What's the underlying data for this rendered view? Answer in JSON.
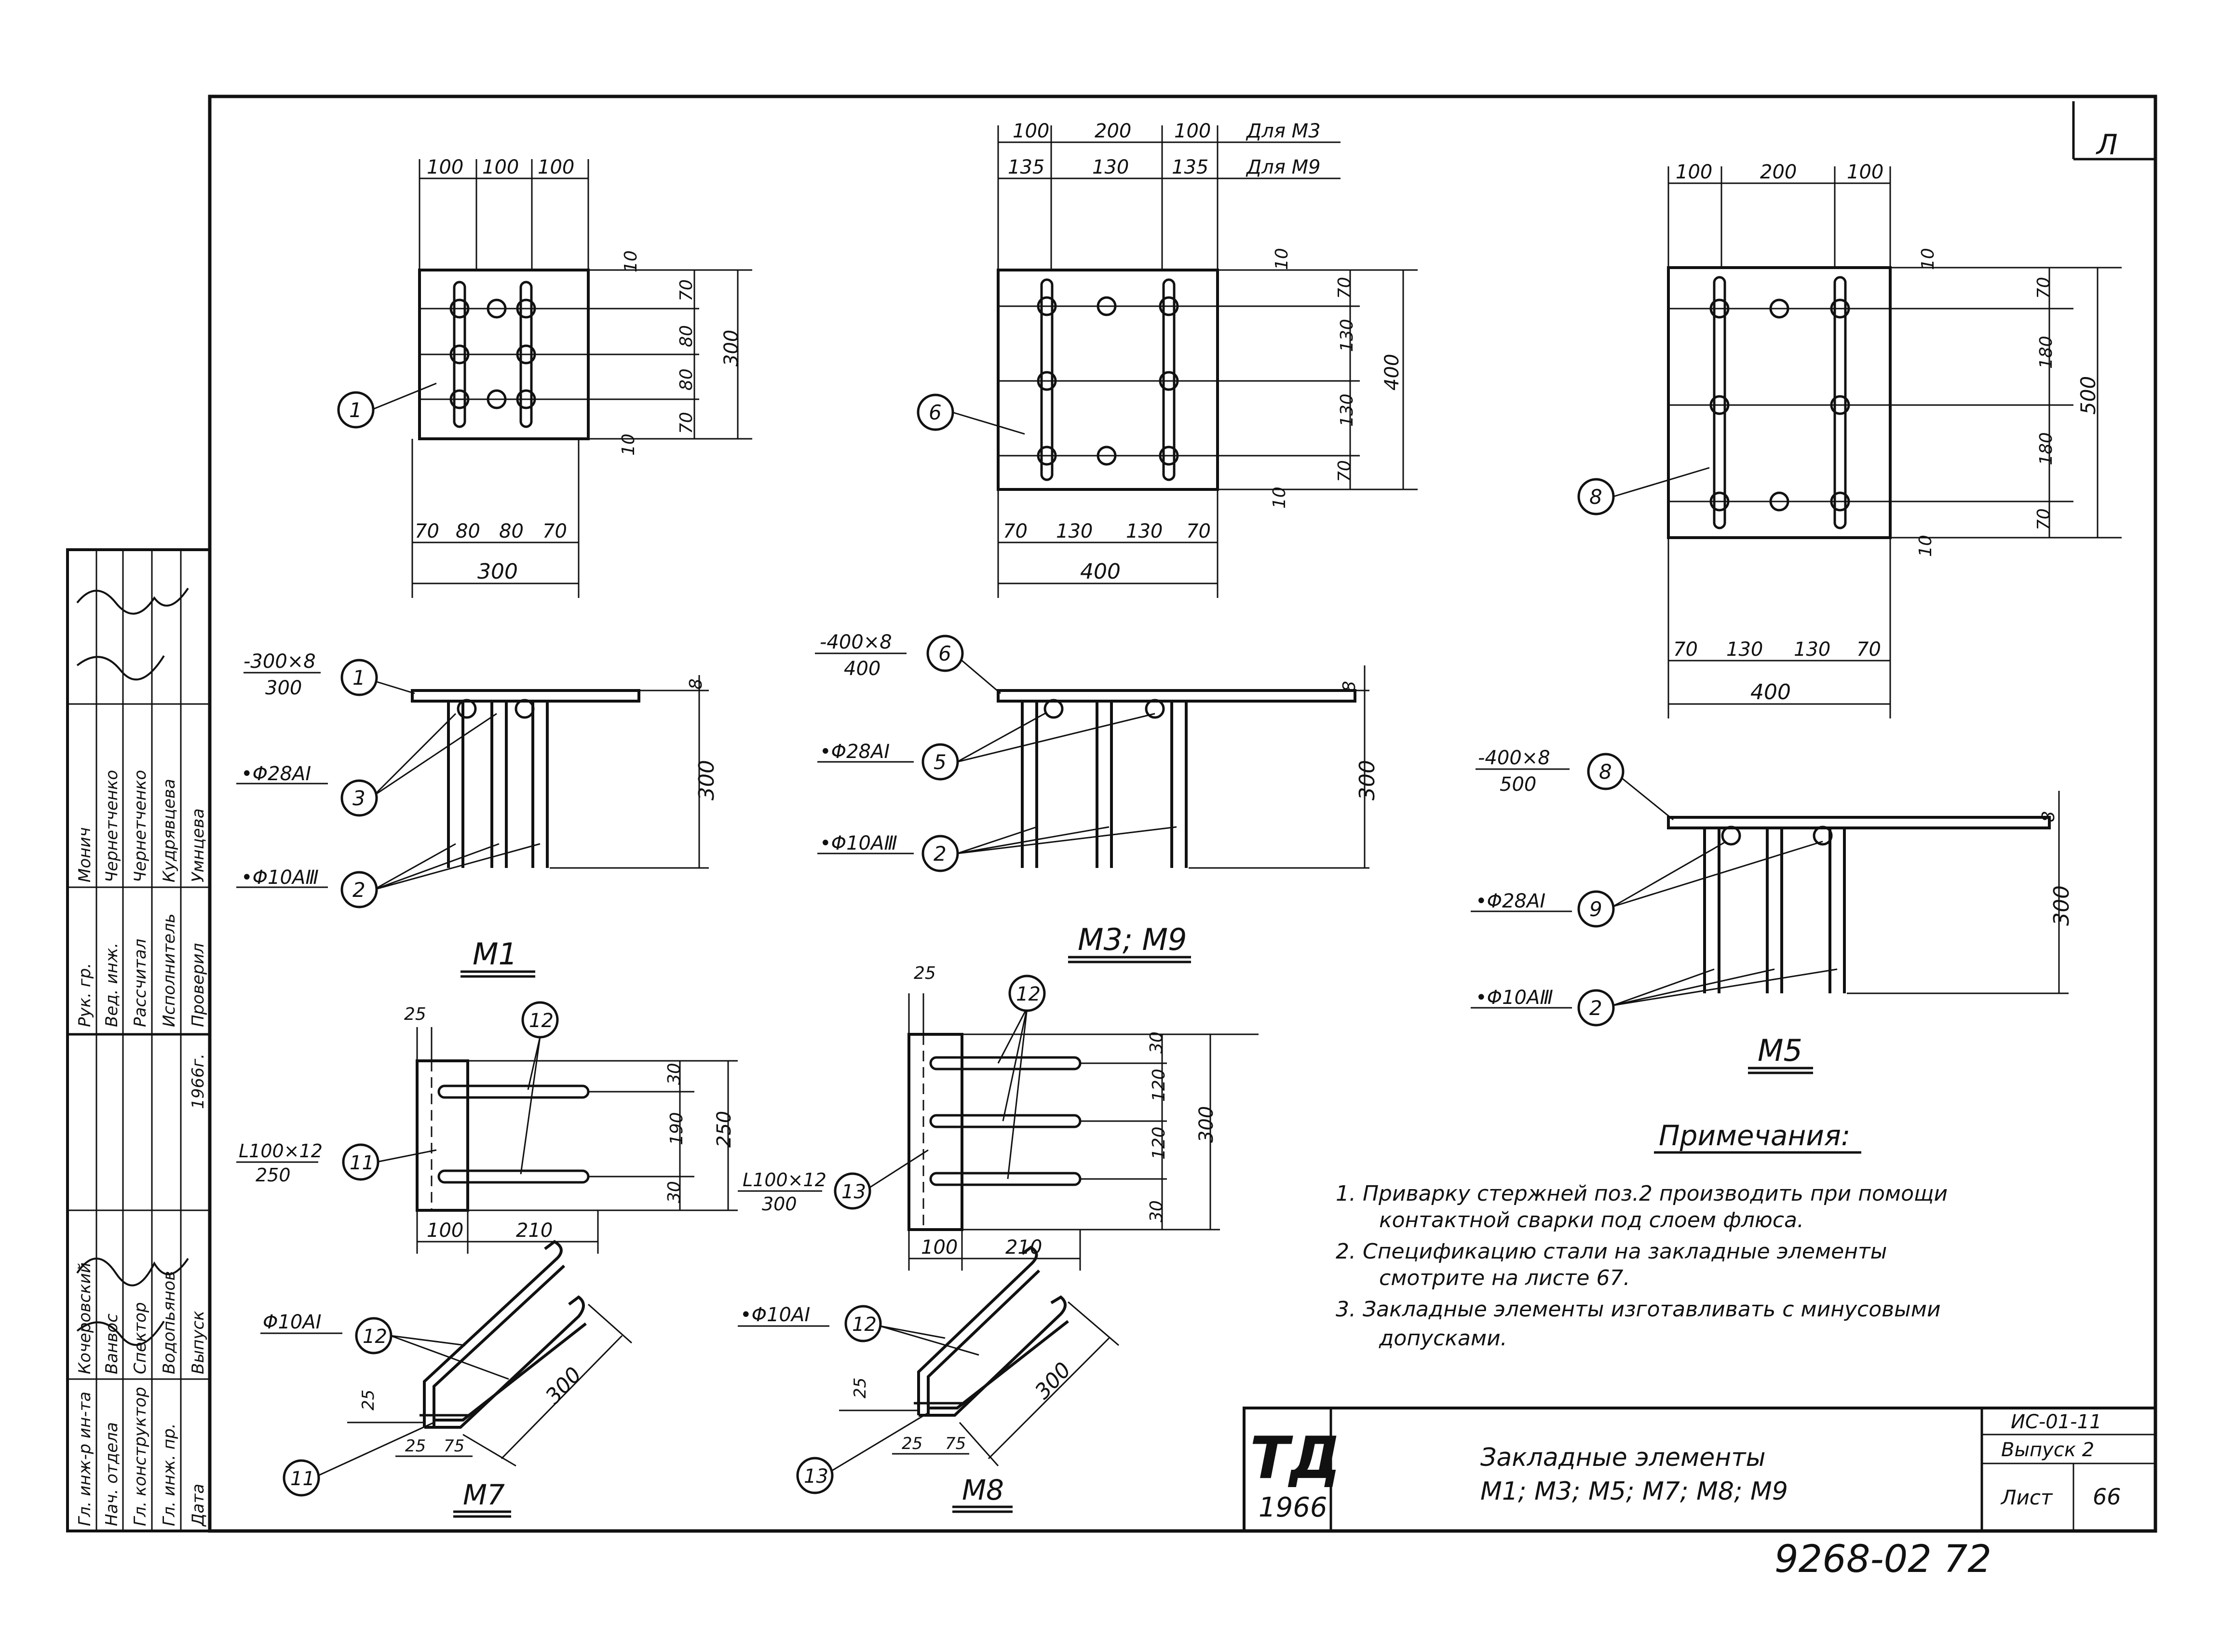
{
  "marks": {
    "m1": [
      "1",
      "3",
      "2",
      "11",
      "12"
    ],
    "m3": [
      "6",
      "5",
      "2",
      "13",
      "12"
    ],
    "m5": [
      "8",
      "9",
      "2"
    ],
    "m7": [
      "12",
      "11"
    ],
    "m8": [
      "12",
      "13"
    ]
  },
  "m1": {
    "top_dims": [
      "100",
      "100",
      "100"
    ],
    "right_dims": [
      "10",
      "70",
      "80",
      "80",
      "70",
      "10"
    ],
    "total_height": "300",
    "bottom_dims": [
      "70",
      "80",
      "80",
      "70"
    ],
    "total_width": "300",
    "section_plate": "-300×8",
    "section_plate_len": "300",
    "bar_label_a": "•Φ28AI",
    "bar_label_b": "•Φ10AⅢ",
    "height": "300",
    "thickness": "8",
    "caption": "M1"
  },
  "m3": {
    "top_dims_m3": [
      "100",
      "200",
      "100"
    ],
    "note_m3": "Для M3",
    "top_dims_m9": [
      "135",
      "130",
      "135"
    ],
    "note_m9": "Для M9",
    "right_dims": [
      "10",
      "70",
      "130",
      "130",
      "70",
      "10"
    ],
    "total_height": "400",
    "bottom_dims": [
      "70",
      "130",
      "130",
      "70"
    ],
    "total_width": "400",
    "section_plate": "-400×8",
    "section_plate_len": "400",
    "bar_label_a": "•Φ28AI",
    "bar_label_b": "•Φ10AⅢ",
    "height": "300",
    "thickness": "8",
    "caption": "M3; M9"
  },
  "m5": {
    "top_dims": [
      "100",
      "200",
      "100"
    ],
    "right_dims": [
      "10",
      "70",
      "180",
      "180",
      "70",
      "10"
    ],
    "total_height": "500",
    "bottom_dims": [
      "70",
      "130",
      "130",
      "70"
    ],
    "total_width": "400",
    "section_plate": "-400×8",
    "section_plate_len": "500",
    "bar_label_a": "•Φ28AI",
    "bar_label_b": "•Φ10AⅢ",
    "height": "300",
    "thickness": "8",
    "caption": "M5"
  },
  "m_angle_a": {
    "top_dim": "25",
    "right_dims": [
      "30",
      "190",
      "30"
    ],
    "total_height": "250",
    "bottom_dims": [
      "100",
      "210"
    ],
    "angle_label": "L100×12",
    "angle_len": "250"
  },
  "m_angle_b": {
    "top_dim": "25",
    "right_dims": [
      "30",
      "120",
      "120",
      "30"
    ],
    "total_height": "300",
    "bottom_dims": [
      "100",
      "210"
    ],
    "angle_label": "L100×12",
    "angle_len": "300"
  },
  "m7": {
    "bar_label": "Φ10AI",
    "dim_len": "300",
    "dim_a": "25",
    "dim_b": "25",
    "dim_c": "75",
    "caption": "M7"
  },
  "m8": {
    "bar_label": "•Φ10AI",
    "dim_len": "300",
    "dim_a": "25",
    "dim_b": "25",
    "dim_c": "75",
    "caption": "M8"
  },
  "notes": {
    "heading": "Примечания:",
    "lines": [
      "1. Приварку стержней поз.2 производить при помощи",
      "контактной сварки под слоем флюса.",
      "2. Спецификацию стали на закладные элементы",
      "смотрите на листе 67.",
      "3. Закладные элементы изготавливать с минусовыми",
      "допусками."
    ]
  },
  "title_block": {
    "logo": "ТД",
    "logo_year": "1966",
    "title_line1": "Закладные элементы",
    "title_line2": "M1; M3; M5; M7; M8; M9",
    "series": "ИС-01-11",
    "issue": "Выпуск 2",
    "sheet_label": "Лист",
    "sheet_no": "66"
  },
  "stamp": {
    "roles": [
      "Гл. инж-р ин-та",
      "Нач. отдела",
      "Гл. конструктор",
      "Гл. инж. пр.",
      "Дата"
    ],
    "names": [
      "Кочеровский",
      "Ванвос",
      "Спектор",
      "Водопьянов",
      "Выпуск"
    ],
    "year": "1966г.",
    "roles2": [
      "Рук. гр.",
      "Вед. инж.",
      "Рассчитал",
      "Исполнитель",
      "Проверил"
    ],
    "names2": [
      "Монич",
      "Чернетченко",
      "Чернетченко",
      "Кудрявцева",
      "Умнцева"
    ]
  },
  "archive_no": "9268-02  72",
  "corner_mark": "Л"
}
